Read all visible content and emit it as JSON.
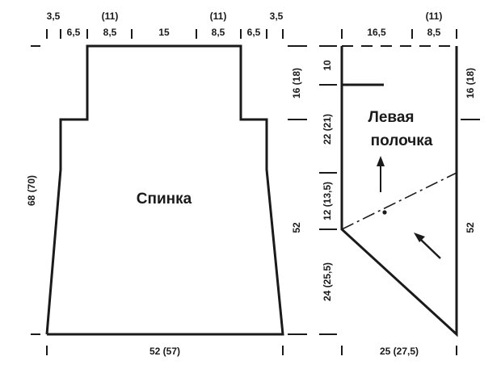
{
  "back": {
    "title": "Спинка",
    "top_widths": [
      "3,5",
      "6,5",
      "8,5",
      "15",
      "8,5",
      "6,5",
      "3,5"
    ],
    "top_alt_left": "(11)",
    "top_alt_right": "(11)",
    "left_height": "68 (70)",
    "right_upper": "16 (18)",
    "right_lower": "52",
    "bottom_width": "52 (57)"
  },
  "front": {
    "title_line1": "Левая",
    "title_line2": "полочка",
    "top_widths": [
      "16,5",
      "8,5"
    ],
    "top_alt": "(11)",
    "left_heights": [
      "10",
      "22 (21)",
      "12 (13,5)",
      "24 (25,5)"
    ],
    "right_upper": "16 (18)",
    "right_lower": "52",
    "bottom_width": "25 (27,5)"
  },
  "colors": {
    "ink": "#1a1a1a",
    "background": "#ffffff"
  }
}
